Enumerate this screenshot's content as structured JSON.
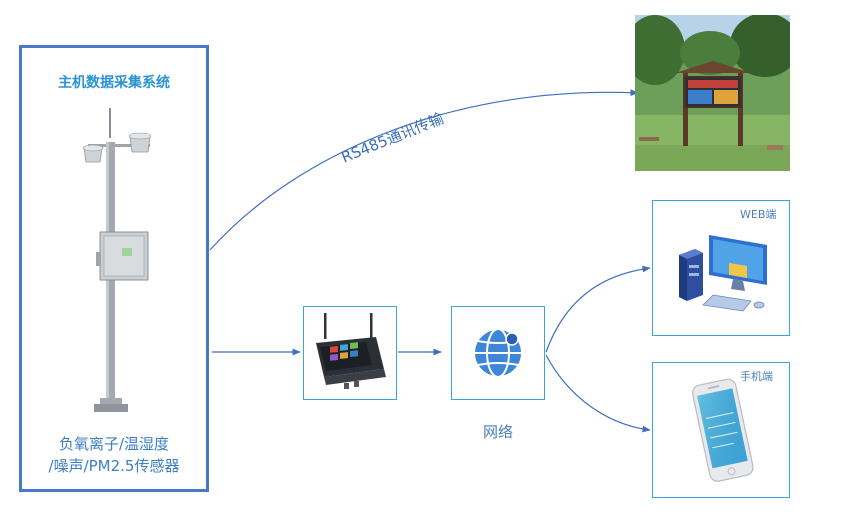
{
  "main_system": {
    "title": "主机数据采集系统",
    "caption_line1": "负氧离子/温湿度",
    "caption_line2": "/噪声/PM2.5传感器"
  },
  "links": {
    "rs485_label": "RS485通讯传输"
  },
  "network": {
    "label": "网络"
  },
  "terminals": {
    "web_label": "WEB端",
    "mobile_label": "手机端"
  },
  "colors": {
    "accent_blue": "#4a78c8",
    "box_border": "#3aa5d8",
    "text_blue": "#3b7fc4",
    "arrow_blue": "#3d6fc0"
  },
  "icons": {
    "sensor_pole": "weather-station-pole",
    "gateway": "wireless-router",
    "network": "globe-icon",
    "web": "desktop-computer-icon",
    "mobile": "smartphone-icon",
    "display_board": "outdoor-led-board-photo"
  }
}
